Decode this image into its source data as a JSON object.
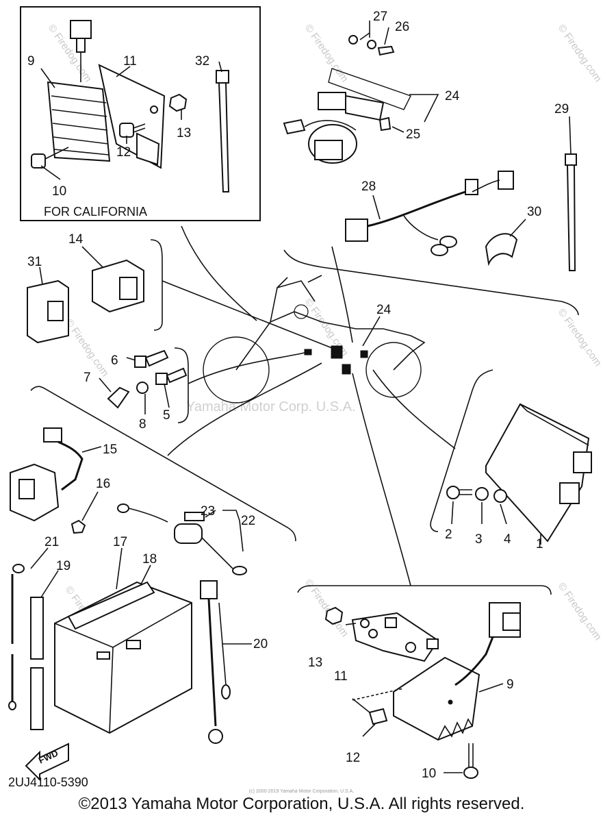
{
  "inset": {
    "caption": "FOR CALIFORNIA",
    "labels": [
      "9",
      "11",
      "32",
      "13",
      "12",
      "10"
    ]
  },
  "callouts": {
    "p1": "1",
    "p2": "2",
    "p3": "3",
    "p4": "4",
    "p5": "5",
    "p6": "6",
    "p7": "7",
    "p8": "8",
    "p9": "9",
    "p10": "10",
    "p11": "11",
    "p12": "12",
    "p13": "13",
    "p14": "14",
    "p15": "15",
    "p16": "16",
    "p17": "17",
    "p18": "18",
    "p19": "19",
    "p20": "20",
    "p21": "21",
    "p22": "22",
    "p23": "23",
    "p24": "24",
    "p24b": "24",
    "p25": "25",
    "p26": "26",
    "p27": "27",
    "p28": "28",
    "p29": "29",
    "p30": "30",
    "p31": "31"
  },
  "fwd_arrow": "FWD",
  "diagram_code": "2UJ4110-5390",
  "watermarks": {
    "center": "Yamaha Motor Corp. U.S.A.",
    "site": "© Firedog.com",
    "tiny": "(c) 2000-2019 Yamaha Motor Corporation, U.S.A."
  },
  "copyright": "©2013 Yamaha Motor Corporation, U.S.A. All rights reserved.",
  "colors": {
    "ink": "#111111",
    "background": "#ffffff",
    "watermark": "#c8c8c8"
  }
}
